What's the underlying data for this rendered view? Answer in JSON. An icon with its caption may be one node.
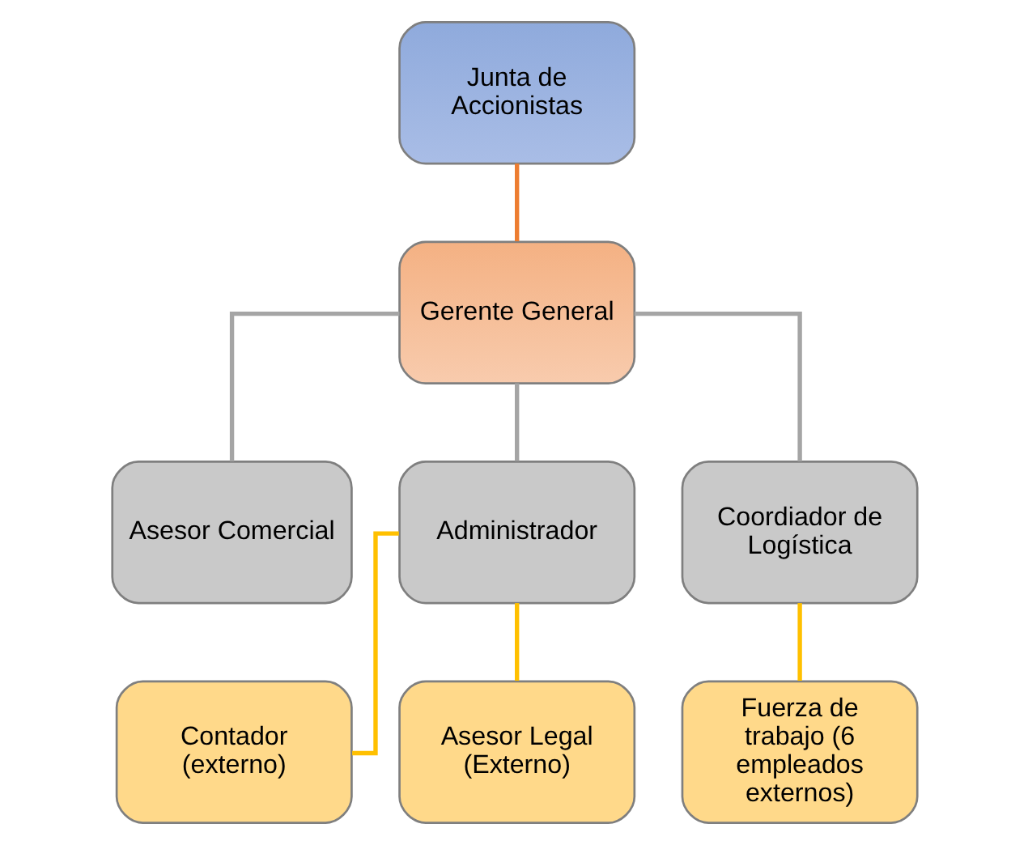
{
  "diagram": {
    "nodes": [
      {
        "text": [
          "Junta de Accionistas"
        ]
      },
      {
        "text": [
          "Gerente General"
        ]
      },
      {
        "text": [
          "Asesor Comercial"
        ]
      },
      {
        "text": [
          "Administrador"
        ]
      },
      {
        "text": [
          "Coordiador de Logística"
        ]
      },
      {
        "text": [
          "Contador (externo)"
        ]
      },
      {
        "text": [
          "Asesor Legal (Externo)"
        ]
      },
      {
        "text": [
          "Fuerza de trabajo (6 empleados externos)"
        ]
      }
    ],
    "edges": [
      {
        "from": 0,
        "to": 1,
        "arrow": "none",
        "color": "#ed7d31"
      },
      {
        "from": 1,
        "to": 2,
        "arrow": "none",
        "color": "#a5a5a5"
      },
      {
        "from": 1,
        "to": 3,
        "arrow": "none",
        "color": "#a5a5a5"
      },
      {
        "from": 1,
        "to": 4,
        "arrow": "none",
        "color": "#a5a5a5"
      },
      {
        "from": 3,
        "to": 5,
        "arrow": "none",
        "color": "#ffc000"
      },
      {
        "from": 3,
        "to": 6,
        "arrow": "none",
        "color": "#ffc000"
      },
      {
        "from": 4,
        "to": 7,
        "arrow": "none",
        "color": "#ffc000"
      }
    ]
  }
}
